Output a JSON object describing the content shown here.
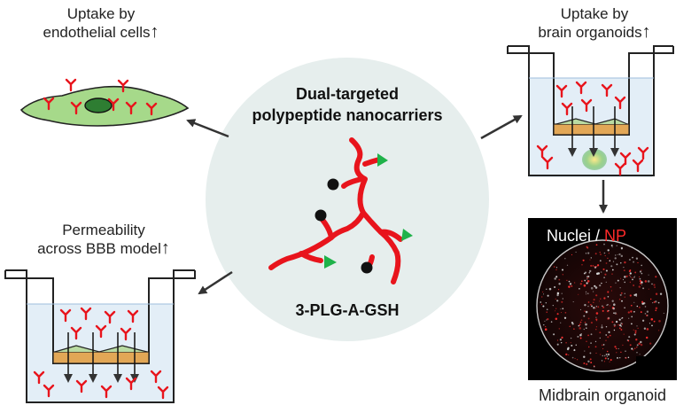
{
  "center": {
    "title_line1": "Dual-targeted",
    "title_line2": "polypeptide nanocarriers",
    "compound_label": "3-PLG-A-GSH"
  },
  "endothelial": {
    "line1": "Uptake by",
    "line2": "endothelial cells",
    "arrow_glyph": "↑"
  },
  "organoid_uptake": {
    "line1": "Uptake by",
    "line2": "brain organoids",
    "arrow_glyph": "↑"
  },
  "bbb": {
    "line1": "Permeability",
    "line2": "across BBB model",
    "arrow_glyph": "↑"
  },
  "micrograph": {
    "label_nuclei": "Nuclei",
    "label_sep": " / ",
    "label_np": "NP",
    "caption": "Midbrain organoid"
  },
  "colors": {
    "polymer_red": "#e8141c",
    "ligand_green": "#1fb24a",
    "cell_green": "#a6d98a",
    "nucleus_green": "#2e7d32",
    "circle_bg": "#e6eeed",
    "medium_blue": "#e3eef7",
    "np_red": "#ff2a2a"
  }
}
